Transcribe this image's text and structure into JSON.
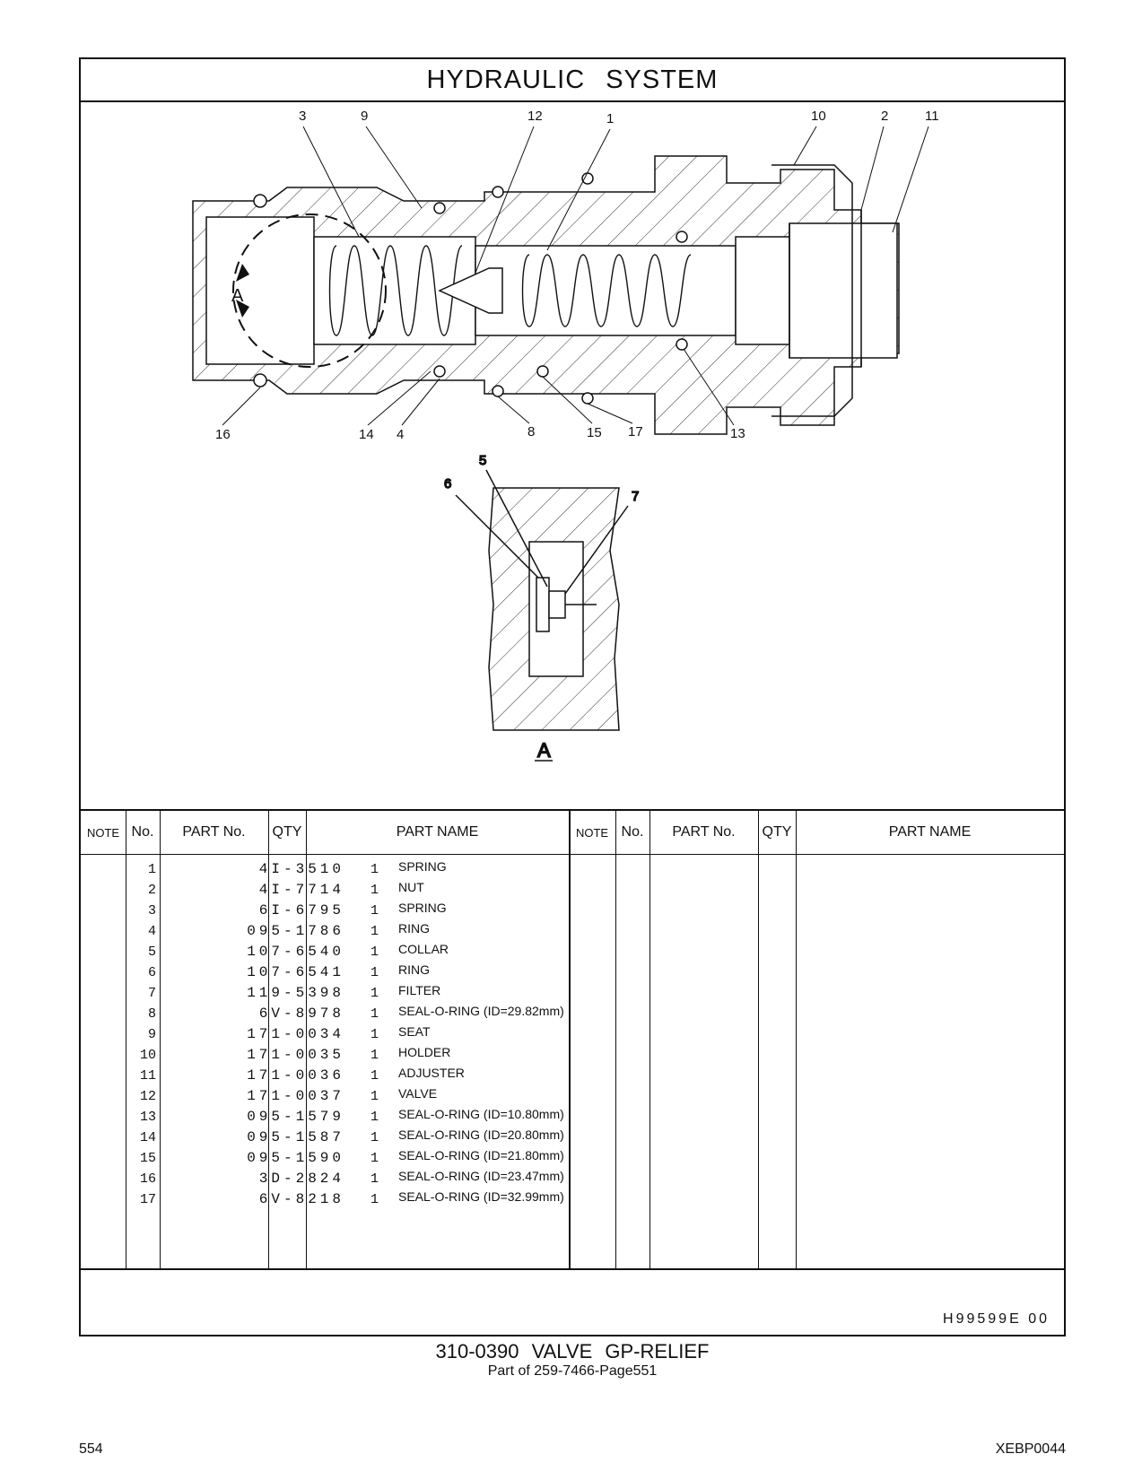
{
  "header": {
    "title": "HYDRAULIC   SYSTEM"
  },
  "drawing": {
    "callouts_top": [
      "3",
      "9",
      "12",
      "1",
      "10",
      "2",
      "11"
    ],
    "callouts_bottom": [
      "16",
      "14",
      "4",
      "8",
      "15",
      "17",
      "13"
    ],
    "detail_callouts": [
      "5",
      "6",
      "7"
    ],
    "view_label": "A",
    "detail_label": "A"
  },
  "table": {
    "headers": [
      "NOTE",
      "No.",
      "PART No.",
      "QTY",
      "PART NAME",
      "NOTE",
      "No.",
      "PART No.",
      "QTY",
      "PART NAME"
    ],
    "parts": [
      {
        "no": "1",
        "part_no": "4I-3510",
        "qty": "1",
        "name": "SPRING"
      },
      {
        "no": "2",
        "part_no": "4I-7714",
        "qty": "1",
        "name": "NUT"
      },
      {
        "no": "3",
        "part_no": "6I-6795",
        "qty": "1",
        "name": "SPRING"
      },
      {
        "no": "4",
        "part_no": "095-1786",
        "qty": "1",
        "name": "RING"
      },
      {
        "no": "5",
        "part_no": "107-6540",
        "qty": "1",
        "name": "COLLAR"
      },
      {
        "no": "6",
        "part_no": "107-6541",
        "qty": "1",
        "name": "RING"
      },
      {
        "no": "7",
        "part_no": "119-5398",
        "qty": "1",
        "name": "FILTER"
      },
      {
        "no": "8",
        "part_no": "6V-8978",
        "qty": "1",
        "name": "SEAL-O-RING (ID=29.82mm)"
      },
      {
        "no": "9",
        "part_no": "171-0034",
        "qty": "1",
        "name": "SEAT"
      },
      {
        "no": "10",
        "part_no": "171-0035",
        "qty": "1",
        "name": "HOLDER"
      },
      {
        "no": "11",
        "part_no": "171-0036",
        "qty": "1",
        "name": "ADJUSTER"
      },
      {
        "no": "12",
        "part_no": "171-0037",
        "qty": "1",
        "name": "VALVE"
      },
      {
        "no": "13",
        "part_no": "095-1579",
        "qty": "1",
        "name": "SEAL-O-RING (ID=10.80mm)"
      },
      {
        "no": "14",
        "part_no": "095-1587",
        "qty": "1",
        "name": "SEAL-O-RING (ID=20.80mm)"
      },
      {
        "no": "15",
        "part_no": "095-1590",
        "qty": "1",
        "name": "SEAL-O-RING (ID=21.80mm)"
      },
      {
        "no": "16",
        "part_no": "3D-2824",
        "qty": "1",
        "name": "SEAL-O-RING (ID=23.47mm)"
      },
      {
        "no": "17",
        "part_no": "6V-8218",
        "qty": "1",
        "name": "SEAL-O-RING (ID=32.99mm)"
      }
    ]
  },
  "drawing_code": "H99599E   00",
  "caption": {
    "title": "310-0390  VALVE  GP-RELIEF",
    "subtitle": "Part of 259-7466-Page551"
  },
  "footer": {
    "page_number": "554",
    "doc_code": "XEBP0044"
  }
}
